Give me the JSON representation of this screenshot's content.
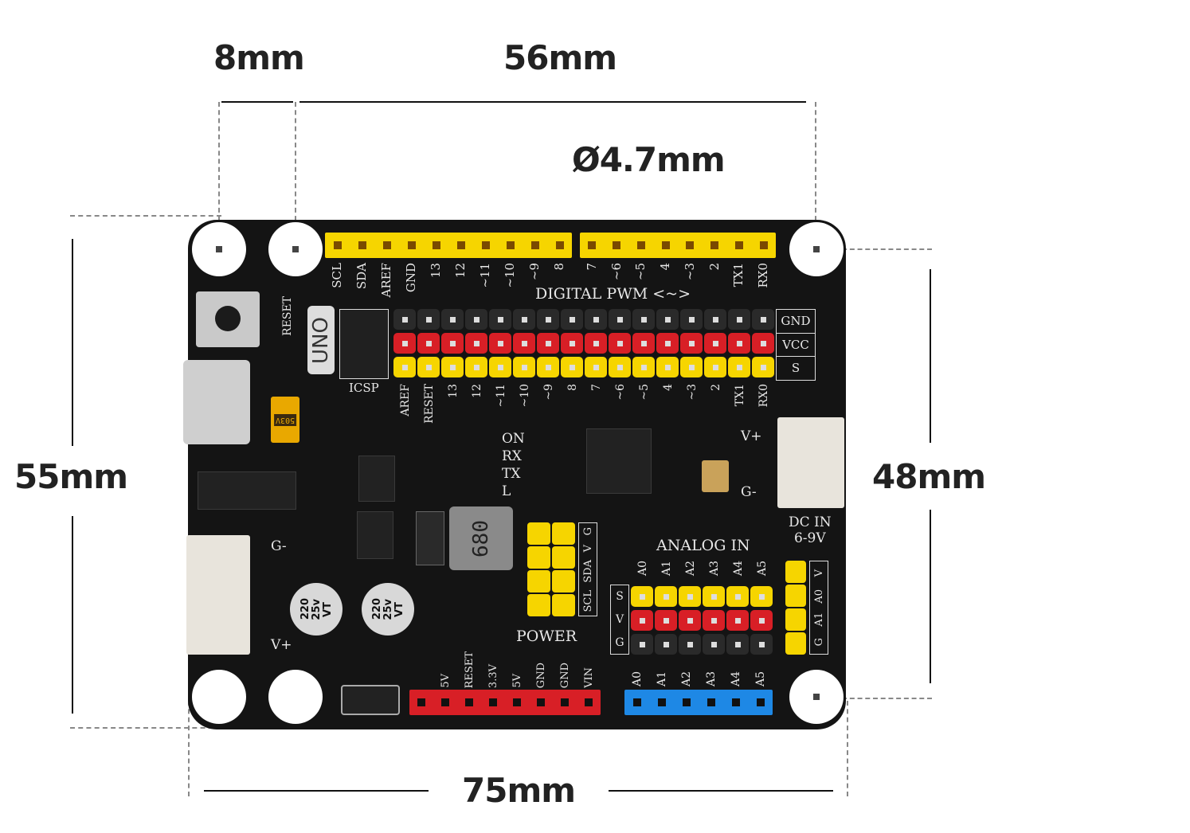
{
  "dimensions": {
    "hole_offset": "8mm",
    "hole_span_horizontal": "56mm",
    "hole_diameter": "Ø4.7mm",
    "board_height": "55mm",
    "hole_span_vertical": "48mm",
    "board_width": "75mm"
  },
  "board": {
    "logo": "UNO",
    "reset_label": "RESET",
    "icsp_label": "ICSP",
    "top_header_labels": [
      "SCL",
      "SDA",
      "AREF",
      "GND",
      "13",
      "12",
      "~11",
      "~10",
      "~9",
      "8",
      "7",
      "~6",
      "~5",
      "4",
      "~3",
      "2",
      "TX1",
      "RX0"
    ],
    "digital_title": "DIGITAL PWM <~>",
    "sensor_row_labels": [
      "GND",
      "VCC",
      "S"
    ],
    "sensor_pin_labels": [
      "AREF",
      "RESET",
      "13",
      "12",
      "~11",
      "~10",
      "~9",
      "8",
      "7",
      "~6",
      "~5",
      "4",
      "~3",
      "2",
      "TX1",
      "RX0"
    ],
    "led_labels": [
      "ON",
      "RX",
      "TX",
      "L"
    ],
    "dc_in": {
      "vplus": "V+",
      "gminus": "G-",
      "label": "DC IN",
      "range": "6-9V"
    },
    "left_connector": {
      "gminus": "G-",
      "vplus": "V+"
    },
    "capacitor_text": [
      "220",
      "25v",
      "VT"
    ],
    "inductor_text": "680",
    "fuse_text": "503V",
    "i2c_labels": [
      "G",
      "V",
      "SDA",
      "SCL"
    ],
    "analog_title": "ANALOG IN",
    "analog_labels": [
      "A0",
      "A1",
      "A2",
      "A3",
      "A4",
      "A5"
    ],
    "analog_row_labels": [
      "S",
      "V",
      "G"
    ],
    "side_header_labels": [
      "V",
      "A0",
      "A1",
      "G"
    ],
    "power_title": "POWER",
    "power_labels": [
      "5V",
      "RESET",
      "3.3V",
      "5V",
      "GND",
      "GND",
      "VIN"
    ],
    "bottom_analog_labels": [
      "A0",
      "A1",
      "A2",
      "A3",
      "A4",
      "A5"
    ],
    "colors": {
      "pcb": "#141414",
      "yellow": "#f6d500",
      "red": "#d81f26",
      "blue": "#1e88e5",
      "silk": "#e8e8e8"
    }
  }
}
